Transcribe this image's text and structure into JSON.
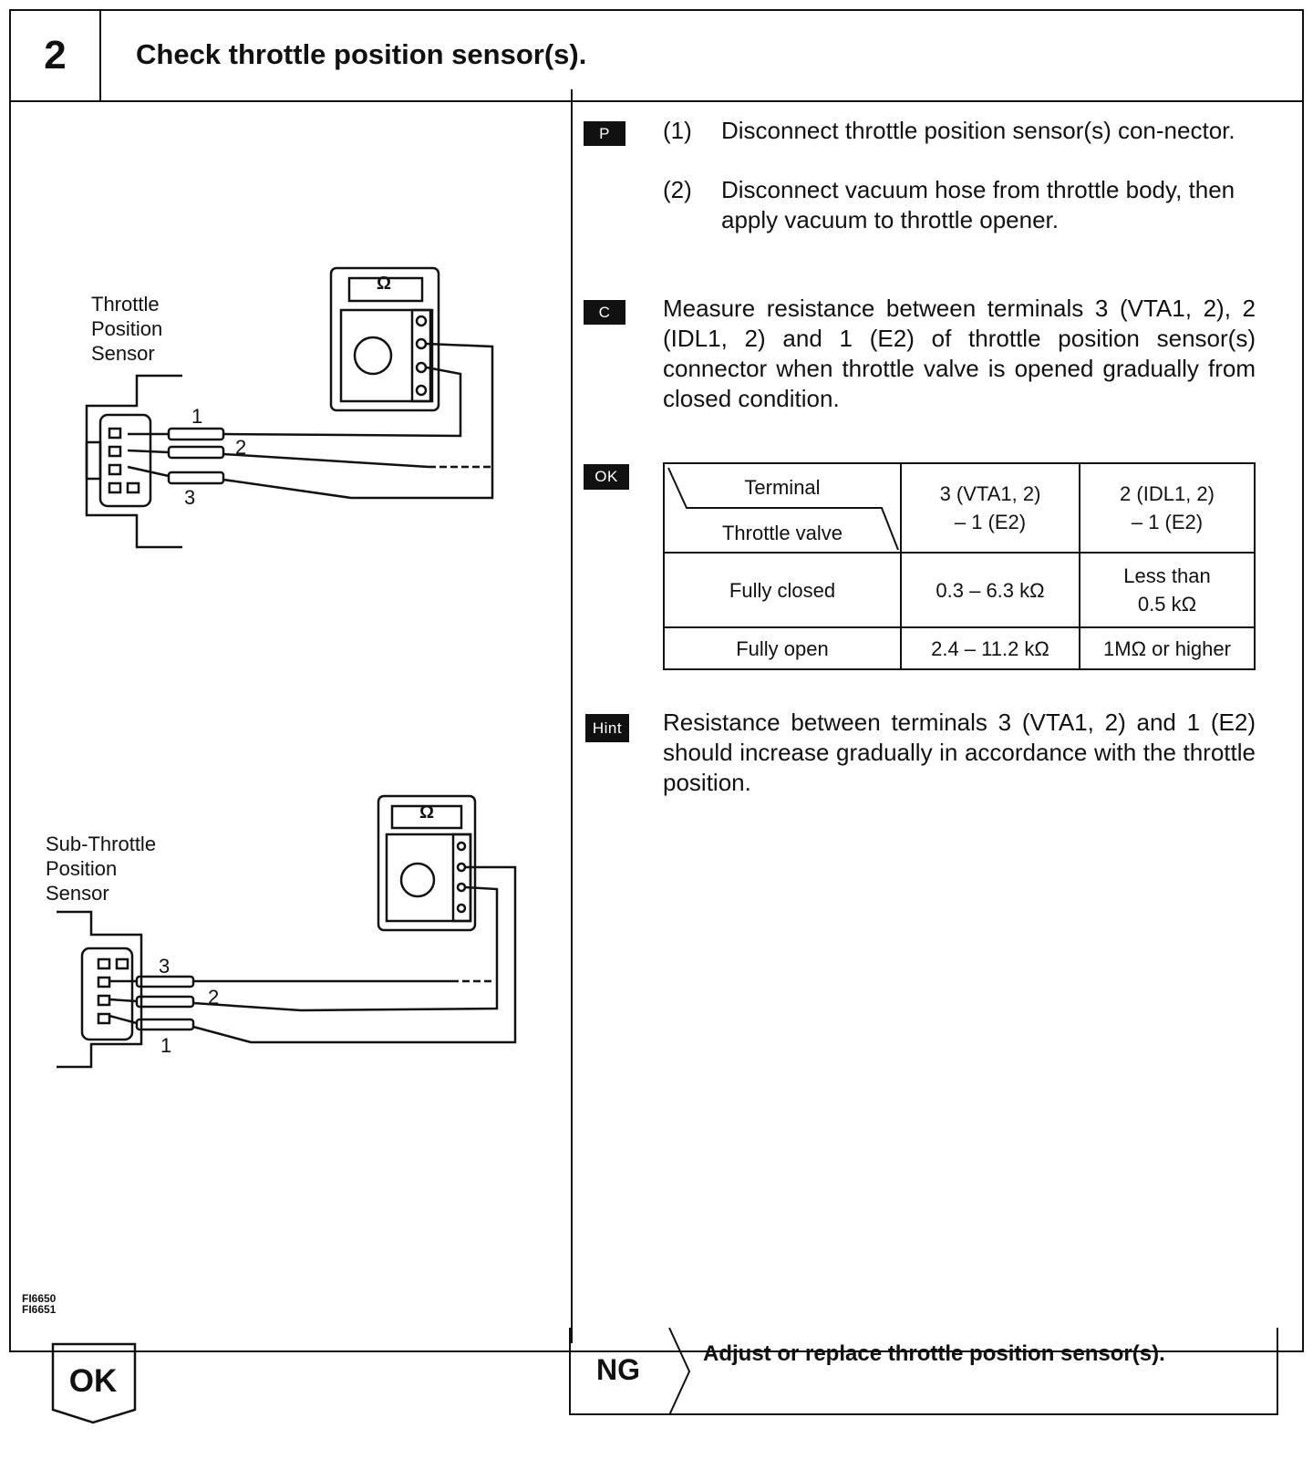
{
  "header": {
    "step_number": "2",
    "title": "Check throttle position sensor(s)."
  },
  "figure": {
    "sensor1_label": [
      "Throttle",
      "Position",
      "Sensor"
    ],
    "sensor2_label": [
      "Sub-Throttle",
      "Position",
      "Sensor"
    ],
    "meter_symbol": "Ω",
    "terminals_1": [
      "1",
      "2",
      "3"
    ],
    "terminals_2": [
      "3",
      "2",
      "1"
    ],
    "figure_ids": [
      "FI6650",
      "FI6651"
    ]
  },
  "procedure": {
    "p_badge": "P",
    "steps": [
      {
        "num": "(1)",
        "text": "Disconnect throttle position sensor(s) con-nector."
      },
      {
        "num": "(2)",
        "text": "Disconnect vacuum hose from throttle body, then apply vacuum  to throttle opener."
      }
    ],
    "c_badge": "C",
    "c_text": "Measure resistance between terminals 3 (VTA1, 2), 2 (IDL1, 2) and 1 (E2) of throttle position sensor(s) connector when throttle valve is opened gradually from closed condition.",
    "ok_badge": "OK",
    "table": {
      "corner_top": "Terminal",
      "corner_bottom": "Throttle valve",
      "col1": [
        "3 (VTA1, 2)",
        "– 1 (E2)"
      ],
      "col2": [
        "2 (IDL1, 2)",
        "– 1 (E2)"
      ],
      "rows": [
        {
          "label": "Fully closed",
          "v1": "0.3 – 6.3 kΩ",
          "v2": [
            "Less than",
            "0.5 kΩ"
          ]
        },
        {
          "label": "Fully open",
          "v1": "2.4 – 11.2 kΩ",
          "v2": [
            "1MΩ or higher"
          ]
        }
      ]
    },
    "hint_badge": "Hint",
    "hint_text": "Resistance between terminals 3 (VTA1, 2) and 1 (E2) should increase gradually in accordance with the throttle position."
  },
  "footer": {
    "ok_label": "OK",
    "ng_label": "NG",
    "ng_text": "Adjust or replace throttle position sensor(s)."
  }
}
